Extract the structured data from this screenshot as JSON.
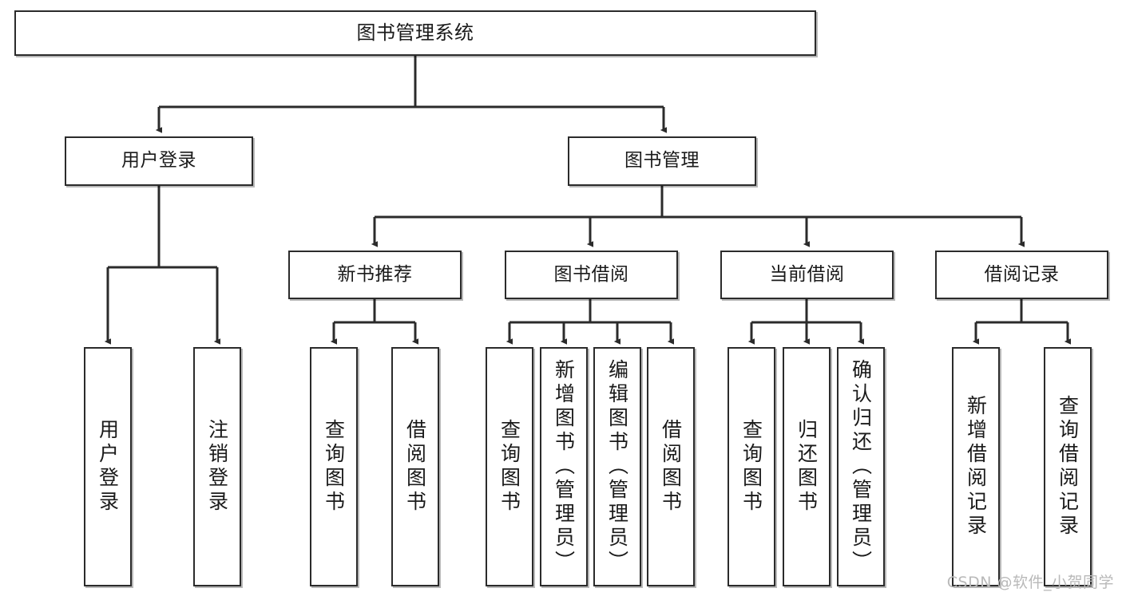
{
  "diagram": {
    "type": "tree-hierarchy",
    "title": "图书管理系统",
    "watermark": "CSDN @软件_小贺同学",
    "colors": {
      "box_border": "#2b2b2b",
      "box_fill": "#ffffff",
      "line": "#2b2b2b",
      "text": "#1a1a1a",
      "watermark": "#b9b9b9"
    },
    "levels": {
      "level1": [
        {
          "id": "root",
          "label": "图书管理系统"
        }
      ],
      "level2": [
        {
          "id": "user-login",
          "label": "用户登录",
          "parent": "root"
        },
        {
          "id": "book-manage",
          "label": "图书管理",
          "parent": "root"
        }
      ],
      "level3": [
        {
          "id": "new-book-rec",
          "label": "新书推荐",
          "parent": "book-manage"
        },
        {
          "id": "book-borrow",
          "label": "图书借阅",
          "parent": "book-manage"
        },
        {
          "id": "current-borrow",
          "label": "当前借阅",
          "parent": "book-manage"
        },
        {
          "id": "borrow-record",
          "label": "借阅记录",
          "parent": "book-manage"
        }
      ],
      "leaves": [
        {
          "id": "leaf-user-login",
          "label": "用户登录",
          "parent": "user-login"
        },
        {
          "id": "leaf-logout",
          "label": "注销登录",
          "parent": "user-login"
        },
        {
          "id": "leaf-query-book-1",
          "label": "查询图书",
          "parent": "new-book-rec"
        },
        {
          "id": "leaf-borrow-book-1",
          "label": "借阅图书",
          "parent": "new-book-rec"
        },
        {
          "id": "leaf-query-book-2",
          "label": "查询图书",
          "parent": "book-borrow"
        },
        {
          "id": "leaf-add-book",
          "label": "新增图书（管理员）",
          "parent": "book-borrow"
        },
        {
          "id": "leaf-edit-book",
          "label": "编辑图书（管理员）",
          "parent": "book-borrow"
        },
        {
          "id": "leaf-borrow-book-2",
          "label": "借阅图书",
          "parent": "book-borrow"
        },
        {
          "id": "leaf-query-book-3",
          "label": "查询图书",
          "parent": "current-borrow"
        },
        {
          "id": "leaf-return-book",
          "label": "归还图书",
          "parent": "current-borrow"
        },
        {
          "id": "leaf-confirm-return",
          "label": "确认归还（管理员）",
          "parent": "current-borrow"
        },
        {
          "id": "leaf-add-record",
          "label": "新增借阅记录",
          "parent": "borrow-record"
        },
        {
          "id": "leaf-query-record",
          "label": "查询借阅记录",
          "parent": "borrow-record"
        }
      ]
    }
  }
}
